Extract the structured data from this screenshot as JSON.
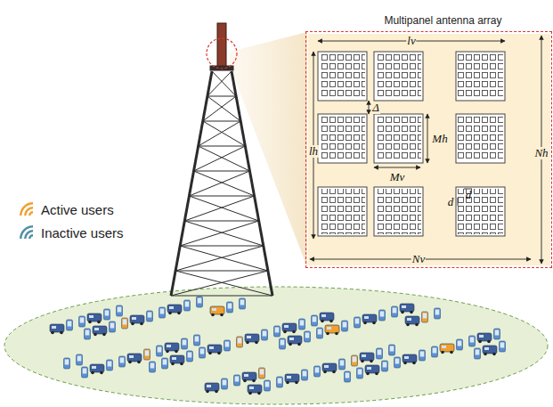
{
  "diagram": {
    "nodes": [
      {
        "text": [
          "Multipanel antenna array"
        ]
      }
    ],
    "labels": [
      "lv",
      "lh",
      "Nh",
      "Nv",
      "Mh",
      "Mv",
      "Δ",
      "d",
      "d"
    ],
    "legend": [
      {
        "text": "Active users",
        "color": "#f0a030"
      },
      {
        "text": "Inactive users",
        "color": "#4f8fa6"
      }
    ]
  }
}
